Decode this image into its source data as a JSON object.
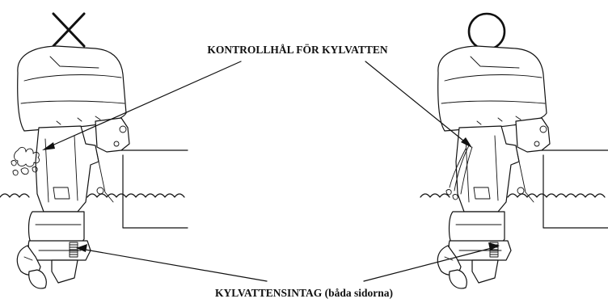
{
  "labels": {
    "top": "KONTROLLHÅL FÖR KYLVATTEN",
    "bottom": "KYLVATTENSINTAG (båda sidorna)"
  },
  "markers": {
    "wrong": "cross-mark",
    "right": "circle-mark"
  },
  "colors": {
    "line": "#111111",
    "background": "#ffffff"
  }
}
